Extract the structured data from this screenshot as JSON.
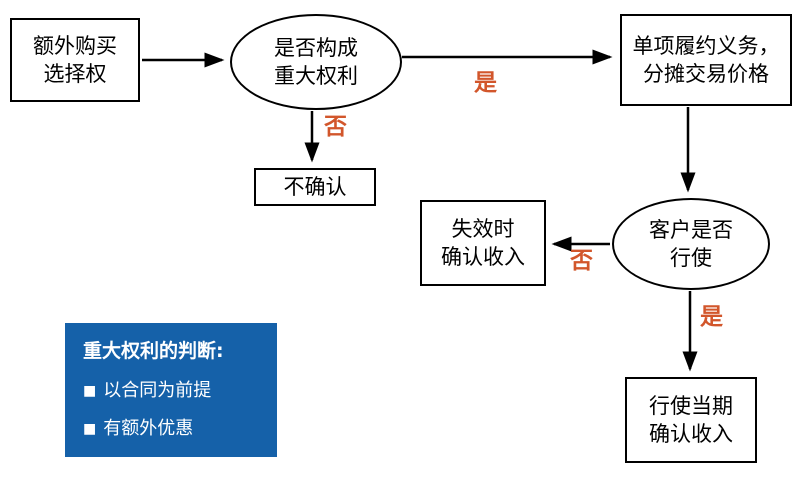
{
  "colors": {
    "node_border": "#000000",
    "arrow": "#000000",
    "edge_label": "#D2562B",
    "legend_background": "#1561A9",
    "legend_text": "#FFFFFF"
  },
  "flow": {
    "nodes": {
      "start": {
        "label": "额外购买\n选择权"
      },
      "decision_material_right": {
        "label": "是否构成\n重大权利"
      },
      "allocate": {
        "label": "单项履约义务，\n分摊交易价格"
      },
      "no_recognition": {
        "label": "不确认"
      },
      "decision_exercise": {
        "label": "客户是否\n行使"
      },
      "expire": {
        "label": "失效时\n确认收入"
      },
      "exercise": {
        "label": "行使当期\n确认收入"
      }
    },
    "edge_labels": {
      "yes_to_allocate": "是",
      "no_to_no_recognition": "否",
      "no_to_expire": "否",
      "yes_to_exercise": "是"
    }
  },
  "legend": {
    "title": "重大权利的判断:",
    "items": [
      {
        "bullet": "■",
        "text": "以合同为前提"
      },
      {
        "bullet": "■",
        "text": "有额外优惠"
      }
    ]
  }
}
